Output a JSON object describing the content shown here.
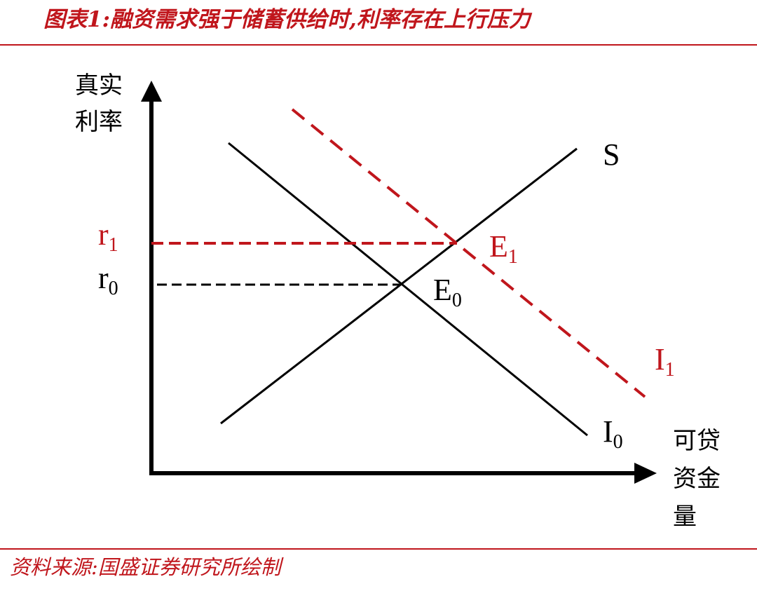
{
  "title": {
    "prefix": "图表1:",
    "text": "融资需求强于储蓄供给时,利率存在上行压力"
  },
  "source": "资料来源:国盛证券研究所绘制",
  "y_axis_label": [
    "真实",
    "利率"
  ],
  "x_axis_label": [
    "可贷",
    "资金",
    "量"
  ],
  "curves": {
    "supply": "S",
    "demand_0": {
      "base": "I",
      "sub": "0"
    },
    "demand_1": {
      "base": "I",
      "sub": "1"
    }
  },
  "equilibria": {
    "e0": {
      "base": "E",
      "sub": "0"
    },
    "e1": {
      "base": "E",
      "sub": "1"
    }
  },
  "rates": {
    "r0": {
      "base": "r",
      "sub": "0"
    },
    "r1": {
      "base": "r",
      "sub": "1"
    }
  },
  "colors": {
    "accent": "#c0161c",
    "line": "#000000"
  }
}
